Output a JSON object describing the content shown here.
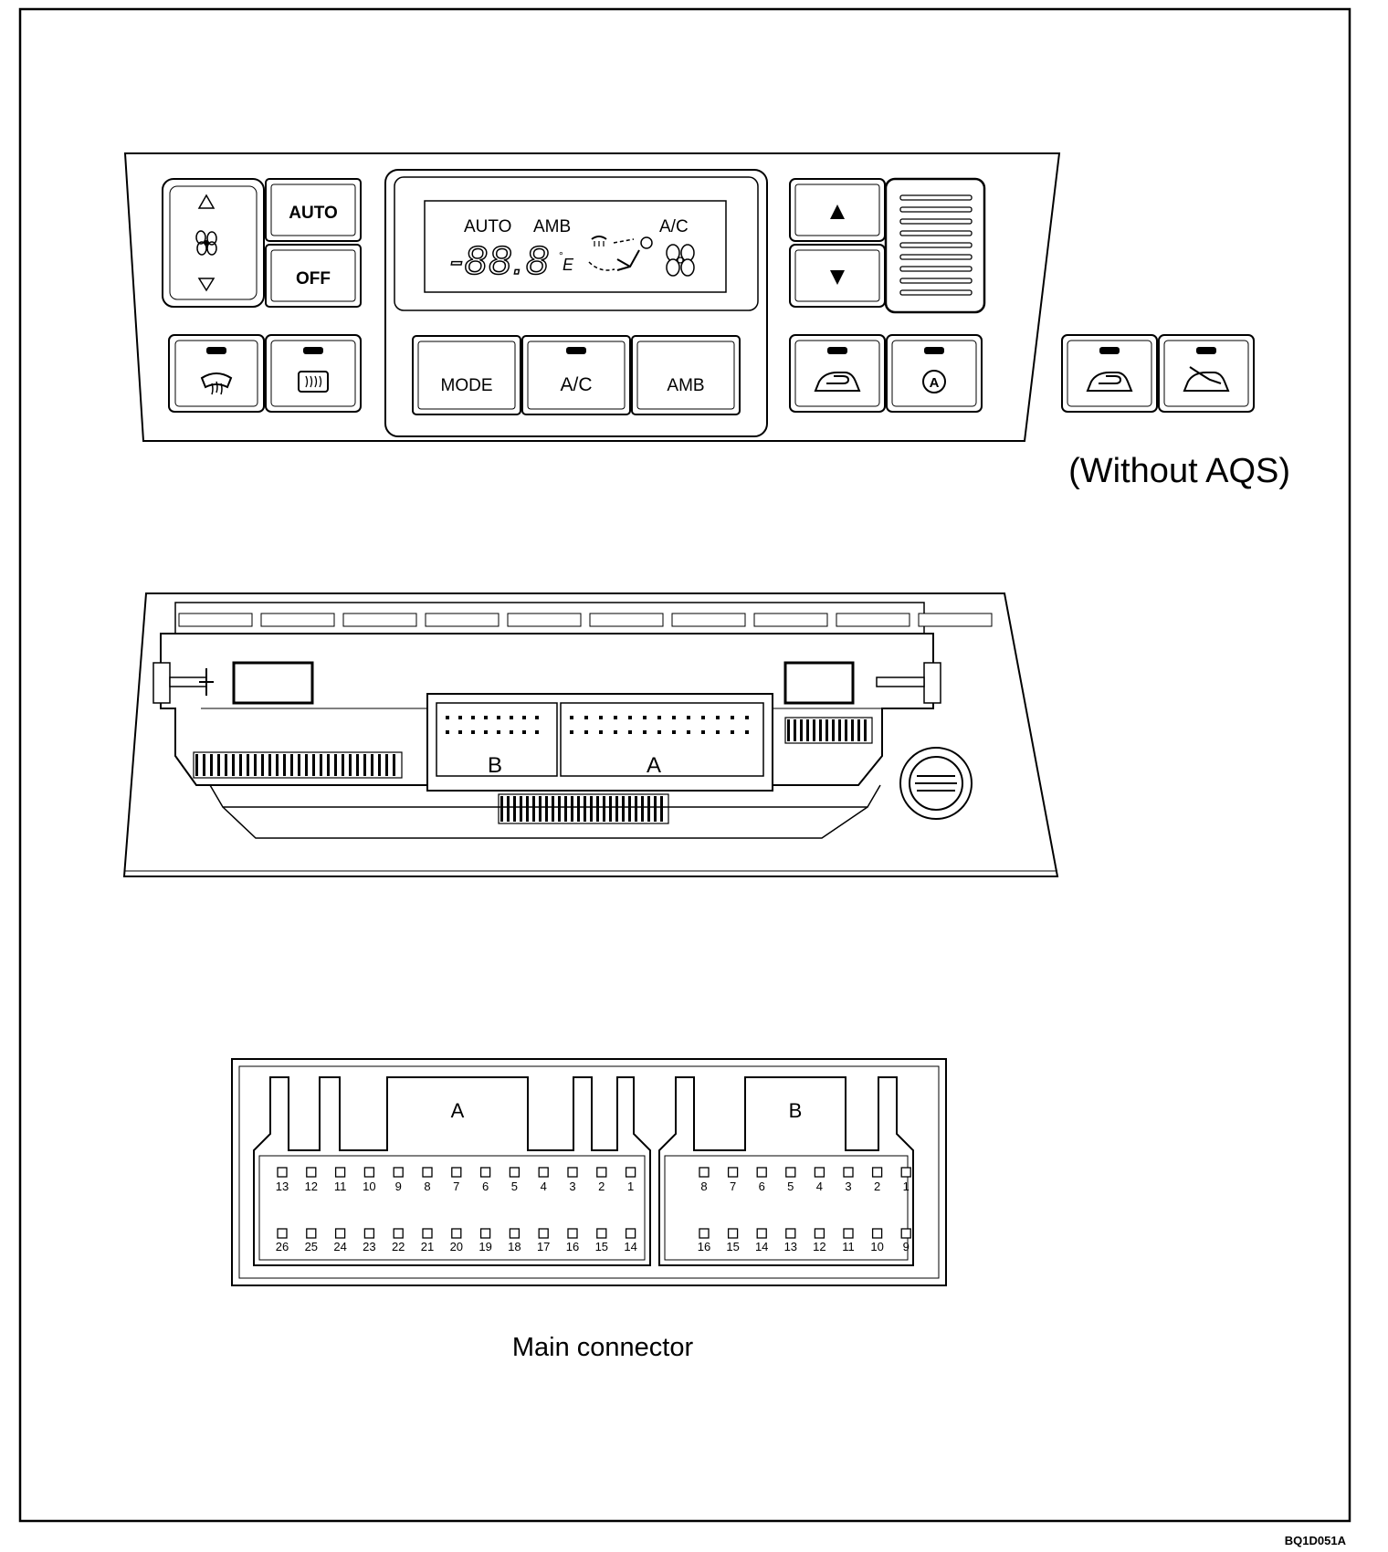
{
  "front_panel": {
    "buttons": {
      "auto": "AUTO",
      "off": "OFF",
      "mode": "MODE",
      "ac": "A/C",
      "amb": "AMB"
    },
    "display": {
      "auto": "AUTO",
      "amb": "AMB",
      "ac": "A/C",
      "temperature": "-88.8"
    },
    "variant_note": "(Without  AQS)"
  },
  "connector": {
    "rear_label_b": "B",
    "rear_label_a": "A",
    "label_a": "A",
    "label_b": "B",
    "a_pins_top": [
      "13",
      "12",
      "11",
      "10",
      "9",
      "8",
      "7",
      "6",
      "5",
      "4",
      "3",
      "2",
      "1"
    ],
    "a_pins_bottom": [
      "26",
      "25",
      "24",
      "23",
      "22",
      "21",
      "20",
      "19",
      "18",
      "17",
      "16",
      "15",
      "14"
    ],
    "b_pins_top": [
      "8",
      "7",
      "6",
      "5",
      "4",
      "3",
      "2",
      "1"
    ],
    "b_pins_bottom": [
      "16",
      "15",
      "14",
      "13",
      "12",
      "11",
      "10",
      "9"
    ],
    "caption": "Main connector"
  },
  "figure_code": "BQ1D051A"
}
